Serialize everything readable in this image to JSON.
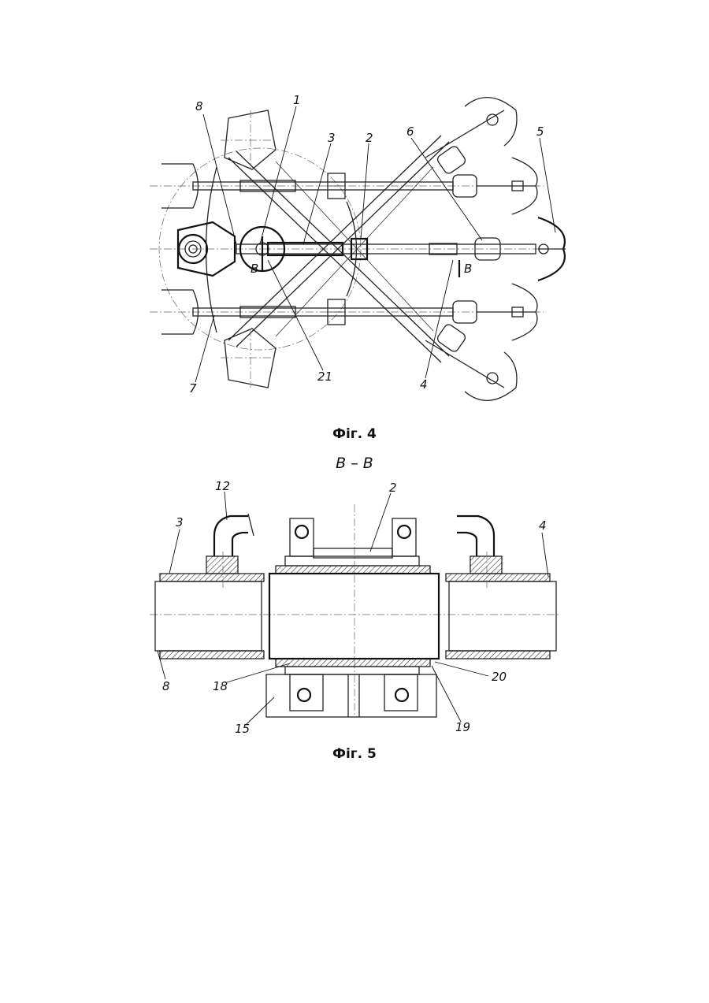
{
  "figure4": {
    "caption": "Фіг. 4",
    "labels": {
      "l1": "1",
      "l2": "2",
      "l3": "3",
      "l4": "4",
      "l5": "5",
      "l6": "6",
      "l7": "7",
      "l8": "8",
      "l21": "21",
      "secB_left": "B",
      "secB_right": "B"
    }
  },
  "figure5": {
    "section_title": "B – B",
    "caption": "Фіг. 5",
    "labels": {
      "l2": "2",
      "l3": "3",
      "l4": "4",
      "l8": "8",
      "l12": "12",
      "l15": "15",
      "l18": "18",
      "l19": "19",
      "l20": "20"
    }
  }
}
